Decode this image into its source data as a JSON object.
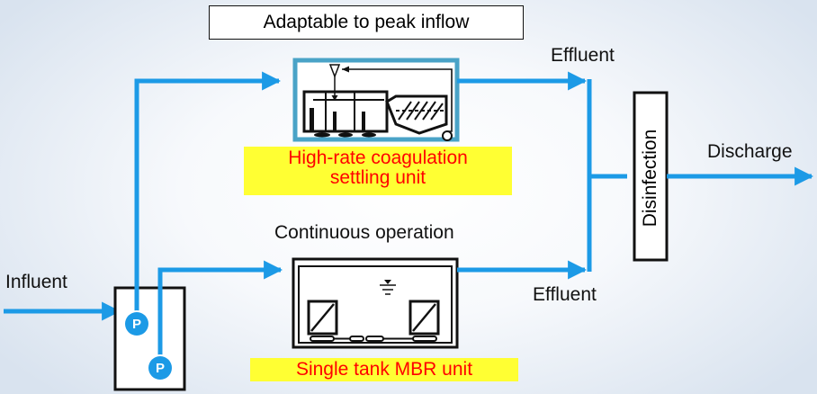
{
  "labels": {
    "peak_note": "Adaptable to peak inflow",
    "continuous_note": "Continuous operation",
    "influent": "Influent",
    "effluent_top": "Effluent",
    "effluent_bottom": "Effluent",
    "disinfection": "Disinfection",
    "discharge": "Discharge"
  },
  "units": {
    "high_rate": [
      "High-rate coagulation",
      "settling unit"
    ],
    "mbr": "Single tank MBR unit"
  },
  "pumps": [
    "P",
    "P"
  ],
  "colors": {
    "flow": "#1c9ae6",
    "highlight_bg": "#ffff33",
    "highlight_text": "#ff0000",
    "unit_frame": "#4aa3c7"
  },
  "icons": [
    "water-level-icon",
    "membrane-module-icon",
    "valve-icon",
    "mixer-icon"
  ]
}
